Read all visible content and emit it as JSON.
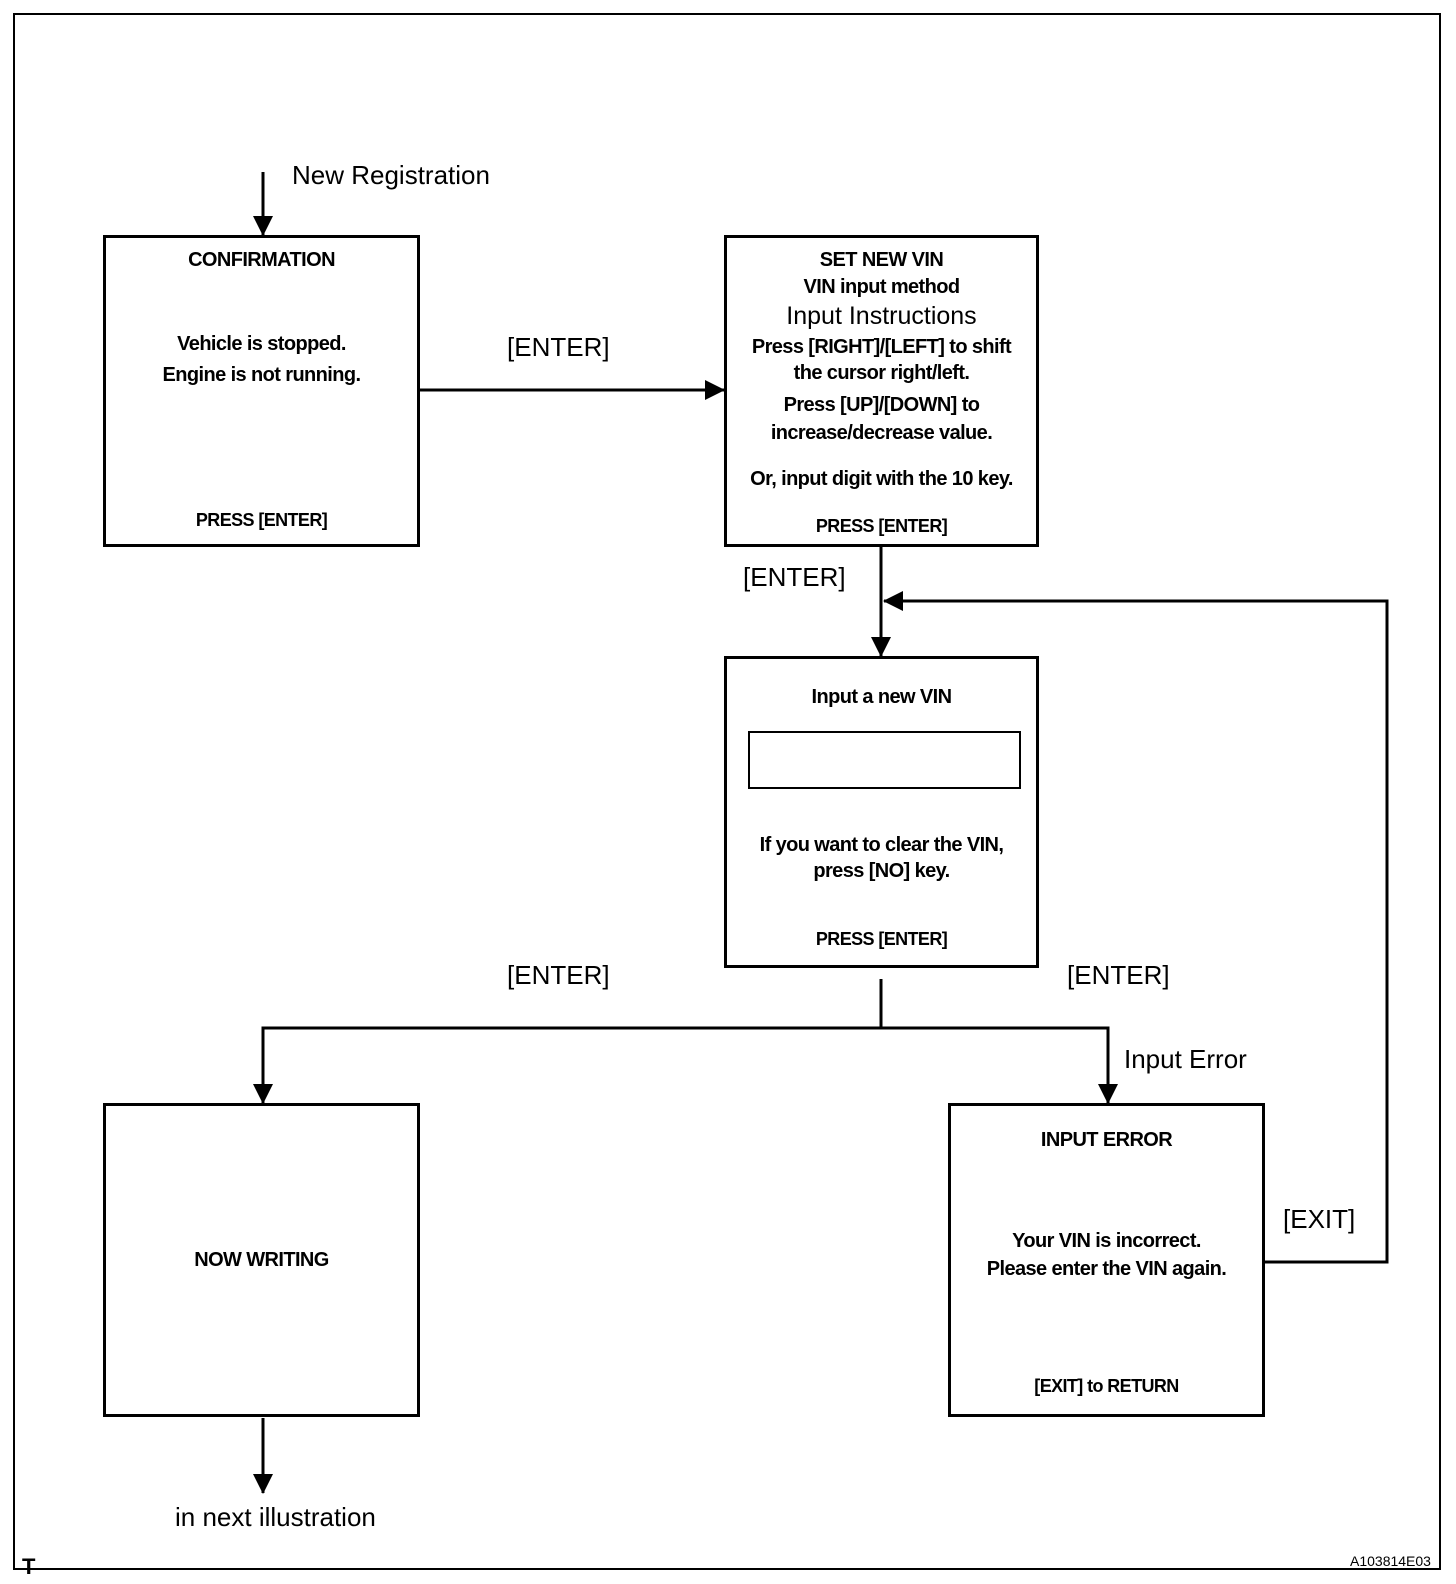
{
  "labels": {
    "new_registration": "New Registration",
    "enter_1": "[ENTER]",
    "enter_2": "[ENTER]",
    "enter_3": "[ENTER]",
    "enter_4": "[ENTER]",
    "input_error": "Input Error",
    "exit": "[EXIT]",
    "next_illustration": "in next illustration",
    "corner_mark": "T",
    "figure_ref": "A103814E03"
  },
  "screens": {
    "confirmation": {
      "title": "CONFIRMATION",
      "line1": "Vehicle is stopped.",
      "line2": "Engine is not running.",
      "footer": "PRESS [ENTER]"
    },
    "set_new_vin": {
      "title": "SET NEW VIN",
      "subtitle": "VIN input method",
      "instructions_heading": "Input Instructions",
      "line1": "Press [RIGHT]/[LEFT] to shift",
      "line2": "the cursor right/left.",
      "line3": "Press [UP]/[DOWN]  to",
      "line4": "increase/decrease value.",
      "line5": "Or, input digit with the 10 key.",
      "footer": "PRESS [ENTER]"
    },
    "input_new_vin": {
      "title": "Input a new VIN",
      "vin_value": "",
      "line1": "If you want to clear the VIN,",
      "line2": "press [NO] key.",
      "footer": "PRESS [ENTER]"
    },
    "now_writing": {
      "title": "NOW WRITING"
    },
    "input_error": {
      "title": "INPUT  ERROR",
      "line1": "Your VIN is incorrect.",
      "line2": "Please enter the VIN again.",
      "footer": "[EXIT] to RETURN"
    }
  }
}
